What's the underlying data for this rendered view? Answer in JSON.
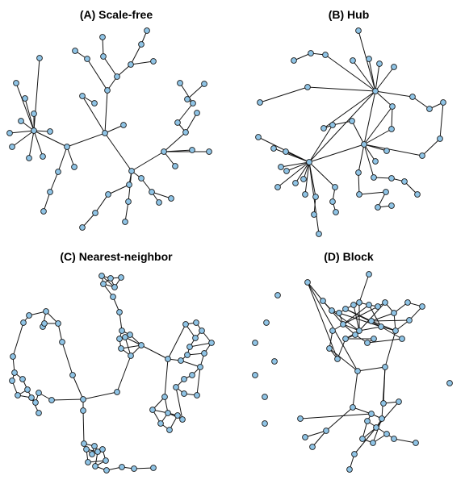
{
  "panels": [
    {
      "id": "A",
      "title": "(A) Scale-free"
    },
    {
      "id": "B",
      "title": "(B) Hub"
    },
    {
      "id": "C",
      "title": "(C) Nearest-neighbor"
    },
    {
      "id": "D",
      "title": "(D) Block"
    }
  ],
  "colors": {
    "node_fill": "#8fc4e6",
    "node_stroke": "#1a1a1a",
    "edge": "#111111"
  }
}
